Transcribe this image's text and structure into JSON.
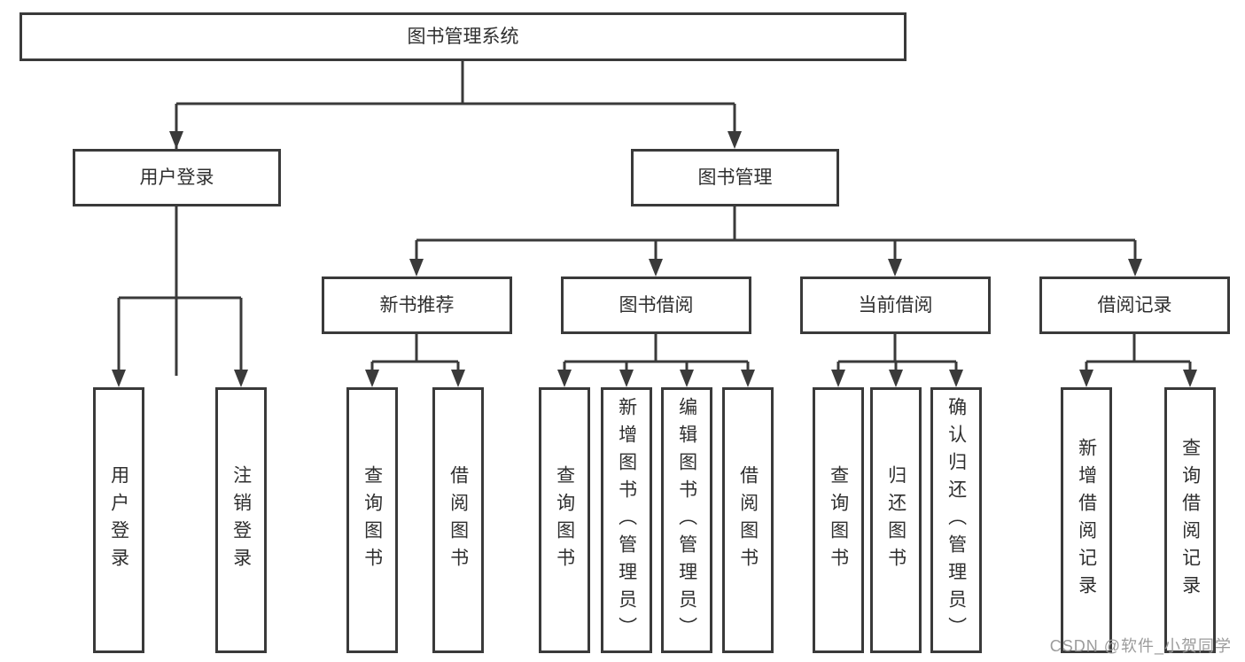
{
  "tree": {
    "root": {
      "label": "图书管理系统",
      "children": [
        {
          "label": "用户登录",
          "children": [
            {
              "label": "用户登录"
            },
            {
              "label": "注销登录"
            }
          ]
        },
        {
          "label": "图书管理",
          "children": [
            {
              "label": "新书推荐",
              "children": [
                {
                  "label": "查询图书"
                },
                {
                  "label": "借阅图书"
                }
              ]
            },
            {
              "label": "图书借阅",
              "children": [
                {
                  "label": "查询图书"
                },
                {
                  "label": "新增图书（管理员）"
                },
                {
                  "label": "编辑图书（管理员）"
                },
                {
                  "label": "借阅图书"
                }
              ]
            },
            {
              "label": "当前借阅",
              "children": [
                {
                  "label": "查询图书"
                },
                {
                  "label": "归还图书"
                },
                {
                  "label": "确认归还（管理员）"
                }
              ]
            },
            {
              "label": "借阅记录",
              "children": [
                {
                  "label": "新增借阅记录"
                },
                {
                  "label": "查询借阅记录"
                }
              ]
            }
          ]
        }
      ]
    }
  },
  "watermark": {
    "label": "CSDN @软件_小贺同学"
  },
  "colors": {
    "line": "#3a3a3a",
    "text": "#2f2f2f",
    "watermark": "#9b9b9b",
    "background": "#ffffff"
  }
}
